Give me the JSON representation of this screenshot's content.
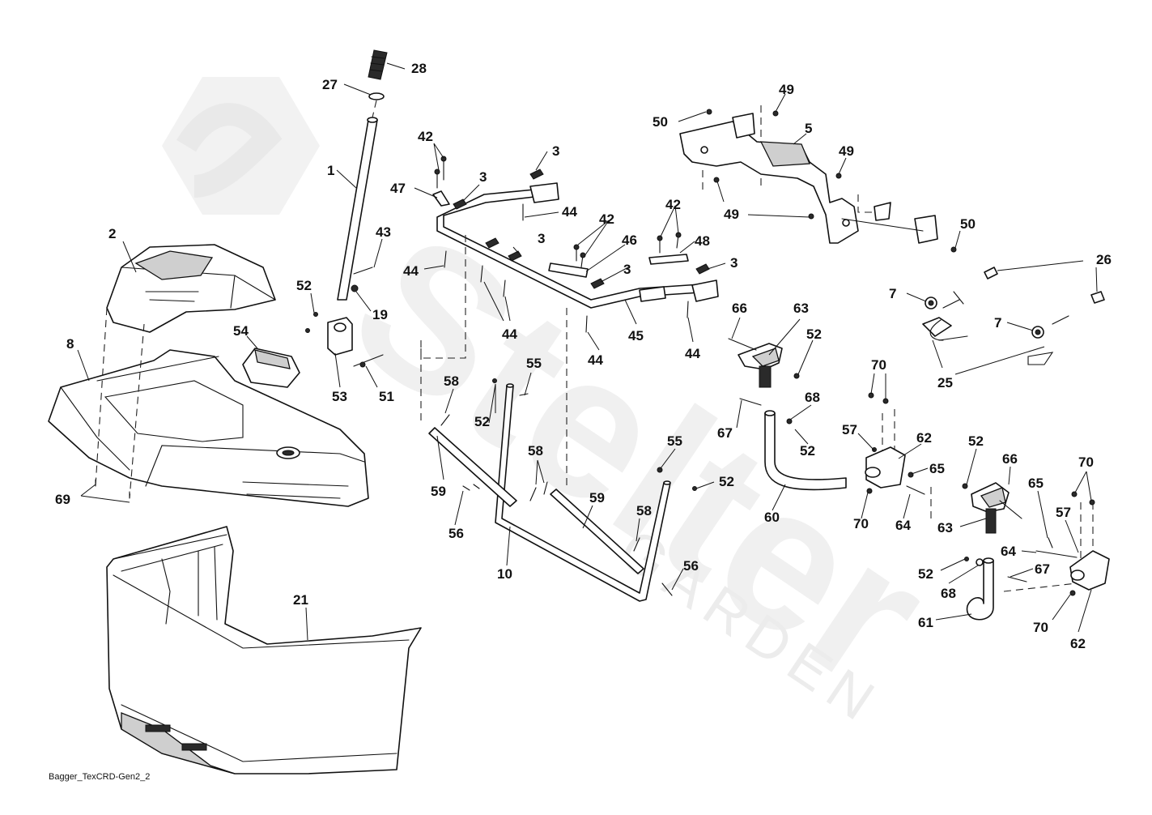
{
  "diagram": {
    "caption": "Bagger_TexCRD-Gen2_2",
    "watermark": {
      "brand": "Stelter",
      "sub": "GARDEN"
    },
    "labels": [
      {
        "id": "28",
        "text": "28"
      },
      {
        "id": "27",
        "text": "27"
      },
      {
        "id": "1",
        "text": "1"
      },
      {
        "id": "2",
        "text": "2"
      },
      {
        "id": "8",
        "text": "8"
      },
      {
        "id": "69",
        "text": "69"
      },
      {
        "id": "52a",
        "text": "52"
      },
      {
        "id": "43",
        "text": "43"
      },
      {
        "id": "19",
        "text": "19"
      },
      {
        "id": "54",
        "text": "54"
      },
      {
        "id": "53",
        "text": "53"
      },
      {
        "id": "51",
        "text": "51"
      },
      {
        "id": "42a",
        "text": "42"
      },
      {
        "id": "47",
        "text": "47"
      },
      {
        "id": "3a",
        "text": "3"
      },
      {
        "id": "3b",
        "text": "3"
      },
      {
        "id": "44a",
        "text": "44"
      },
      {
        "id": "42b",
        "text": "42"
      },
      {
        "id": "3c",
        "text": "3"
      },
      {
        "id": "46",
        "text": "46"
      },
      {
        "id": "44b",
        "text": "44"
      },
      {
        "id": "44c",
        "text": "44"
      },
      {
        "id": "42c",
        "text": "42"
      },
      {
        "id": "48",
        "text": "48"
      },
      {
        "id": "3d",
        "text": "3"
      },
      {
        "id": "3e",
        "text": "3"
      },
      {
        "id": "45",
        "text": "45"
      },
      {
        "id": "44d",
        "text": "44"
      },
      {
        "id": "44e",
        "text": "44"
      },
      {
        "id": "58a",
        "text": "58"
      },
      {
        "id": "52b",
        "text": "52"
      },
      {
        "id": "55a",
        "text": "55"
      },
      {
        "id": "59a",
        "text": "59"
      },
      {
        "id": "56a",
        "text": "56"
      },
      {
        "id": "58b",
        "text": "58"
      },
      {
        "id": "59b",
        "text": "59"
      },
      {
        "id": "10",
        "text": "10"
      },
      {
        "id": "58c",
        "text": "58"
      },
      {
        "id": "55b",
        "text": "55"
      },
      {
        "id": "52c",
        "text": "52"
      },
      {
        "id": "56b",
        "text": "56"
      },
      {
        "id": "21",
        "text": "21"
      },
      {
        "id": "50a",
        "text": "50"
      },
      {
        "id": "49a",
        "text": "49"
      },
      {
        "id": "5",
        "text": "5"
      },
      {
        "id": "49b",
        "text": "49"
      },
      {
        "id": "49c",
        "text": "49"
      },
      {
        "id": "50b",
        "text": "50"
      },
      {
        "id": "26",
        "text": "26"
      },
      {
        "id": "7a",
        "text": "7"
      },
      {
        "id": "7b",
        "text": "7"
      },
      {
        "id": "25",
        "text": "25"
      },
      {
        "id": "66a",
        "text": "66"
      },
      {
        "id": "63a",
        "text": "63"
      },
      {
        "id": "52d",
        "text": "52"
      },
      {
        "id": "67a",
        "text": "67"
      },
      {
        "id": "68a",
        "text": "68"
      },
      {
        "id": "52e",
        "text": "52"
      },
      {
        "id": "70a",
        "text": "70"
      },
      {
        "id": "57a",
        "text": "57"
      },
      {
        "id": "62a",
        "text": "62"
      },
      {
        "id": "65a",
        "text": "65"
      },
      {
        "id": "60",
        "text": "60"
      },
      {
        "id": "70b",
        "text": "70"
      },
      {
        "id": "64a",
        "text": "64"
      },
      {
        "id": "52f",
        "text": "52"
      },
      {
        "id": "66b",
        "text": "66"
      },
      {
        "id": "63b",
        "text": "63"
      },
      {
        "id": "65b",
        "text": "65"
      },
      {
        "id": "57b",
        "text": "57"
      },
      {
        "id": "70c",
        "text": "70"
      },
      {
        "id": "64b",
        "text": "64"
      },
      {
        "id": "52g",
        "text": "52"
      },
      {
        "id": "67b",
        "text": "67"
      },
      {
        "id": "68b",
        "text": "68"
      },
      {
        "id": "61",
        "text": "61"
      },
      {
        "id": "70d",
        "text": "70"
      },
      {
        "id": "62b",
        "text": "62"
      }
    ]
  }
}
